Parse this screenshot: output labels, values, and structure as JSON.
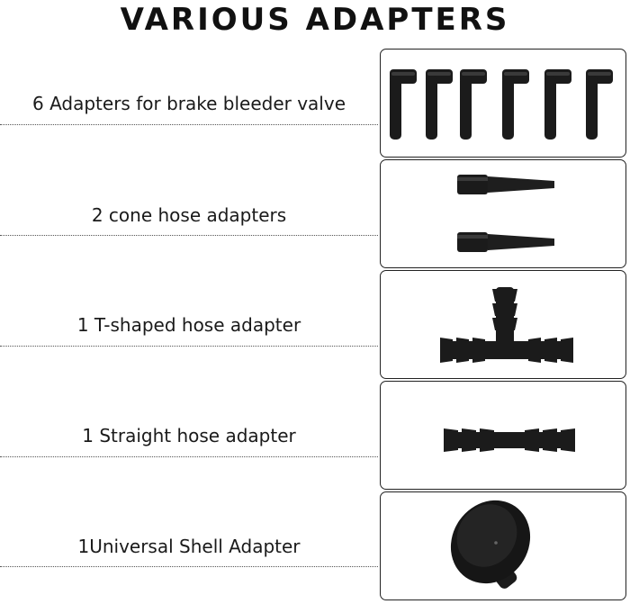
{
  "title": "VARIOUS ADAPTERS",
  "items": [
    {
      "label": "6 Adapters for brake bleeder valve",
      "icon": "elbow-adapters-icon"
    },
    {
      "label": "2 cone hose adapters",
      "icon": "cone-adapters-icon"
    },
    {
      "label": "1 T-shaped hose adapter",
      "icon": "t-adapter-icon"
    },
    {
      "label": "1 Straight hose adapter",
      "icon": "straight-adapter-icon"
    },
    {
      "label": "1Universal Shell Adapter",
      "icon": "shell-adapter-icon"
    }
  ]
}
